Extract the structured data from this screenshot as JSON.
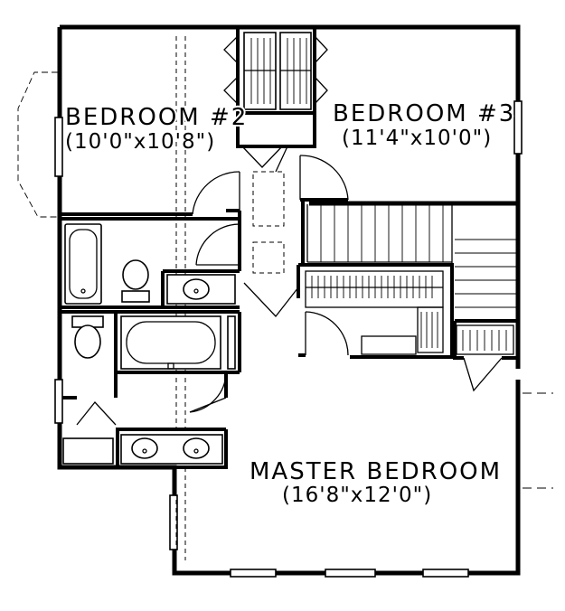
{
  "rooms": {
    "bedroom2": {
      "name": "BEDROOM #2",
      "size": "(10'0\"x10'8\")"
    },
    "bedroom3": {
      "name": "BEDROOM #3",
      "size": "(11'4\"x10'0\")"
    },
    "master": {
      "name": "MASTER BEDROOM",
      "size": "(16'8\"x12'0\")"
    }
  }
}
